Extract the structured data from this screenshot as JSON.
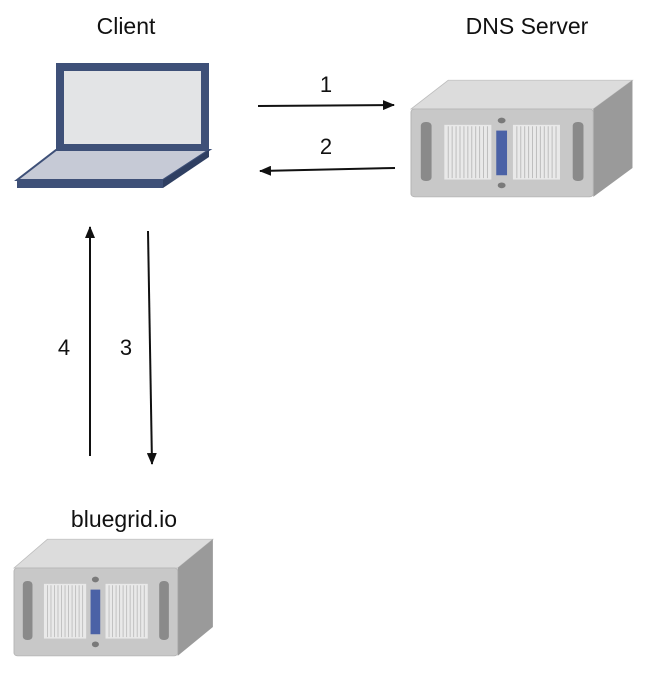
{
  "nodes": {
    "client": {
      "label": "Client",
      "icon": "laptop-icon"
    },
    "dns_server": {
      "label": "DNS Server",
      "icon": "server-icon"
    },
    "web_server": {
      "label": "bluegrid.io",
      "icon": "server-icon"
    }
  },
  "steps": [
    {
      "number": "1",
      "from": "client",
      "to": "dns_server"
    },
    {
      "number": "2",
      "from": "dns_server",
      "to": "client"
    },
    {
      "number": "3",
      "from": "client",
      "to": "web_server"
    },
    {
      "number": "4",
      "from": "web_server",
      "to": "client"
    }
  ],
  "colors": {
    "laptop_frame": "#3e5078",
    "laptop_screen": "#e3e4e6",
    "laptop_base_top": "#c6cad6",
    "server_front": "#c8c8c8",
    "server_top": "#dcdcdc",
    "server_side": "#9a9a9a",
    "server_accent": "#4b62a6",
    "arrow": "#111111"
  }
}
